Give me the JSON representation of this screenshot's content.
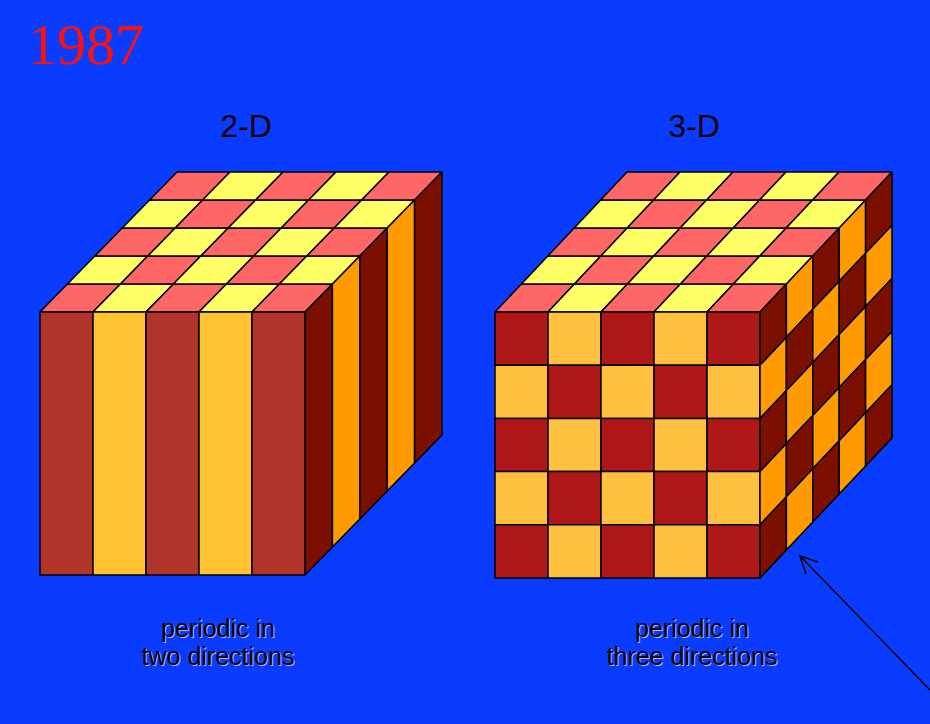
{
  "diagram": {
    "title": "1987",
    "labels": [
      "2-D",
      "3-D",
      "periodic in two directions",
      "periodic in three directions"
    ]
  }
}
